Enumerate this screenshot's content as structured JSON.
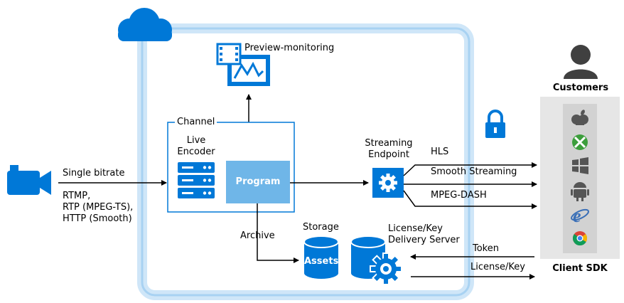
{
  "preview_label": "Preview-monitoring",
  "channel_label": "Channel",
  "live_encoder_label": [
    "Live",
    "Encoder"
  ],
  "program_label": "Program",
  "streaming_endpoint_label": [
    "Streaming",
    "Endpoint"
  ],
  "source": {
    "bitrate_label": "Single bitrate",
    "protocols": [
      "RTMP,",
      "RTP (MPEG-TS),",
      "HTTP (Smooth)"
    ]
  },
  "archive_label": "Archive",
  "storage_label": "Storage",
  "assets_label": "Assets",
  "license_label": [
    "License/Key",
    "Delivery Server"
  ],
  "outputs": [
    "HLS",
    "Smooth Streaming",
    "MPEG-DASH"
  ],
  "token_label": "Token",
  "license_key_label": "License/Key",
  "customers_label": "Customers",
  "client_sdk_label": "Client SDK",
  "client_icons": [
    "apple-icon",
    "xbox-icon",
    "windows-icon",
    "android-icon",
    "ie-icon",
    "chrome-icon"
  ],
  "colors": {
    "azure_blue": "#0078d7",
    "cloud_glow": "#bfe0f7",
    "program_blue": "#6fb6e8",
    "sdk_panel": "#e6e6e6",
    "dark_gray": "#404040"
  }
}
